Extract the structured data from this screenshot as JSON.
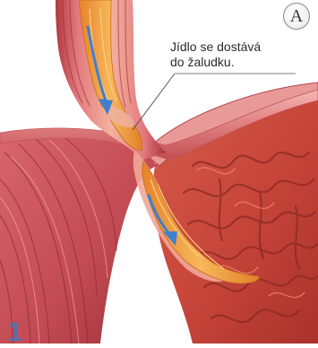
{
  "panel_label": "A",
  "step_number": "1",
  "caption": "Jídlo se dostává\ndo žaludku.",
  "colors": {
    "muscle_dark": "#b8434a",
    "muscle_light": "#e8868a",
    "stomach_wall": "#c24a3a",
    "food": "#f2a23a",
    "arrow": "#3f7fcf",
    "leader_line": "#555555"
  },
  "icons": {
    "flow_arrow": "down-arrow"
  }
}
